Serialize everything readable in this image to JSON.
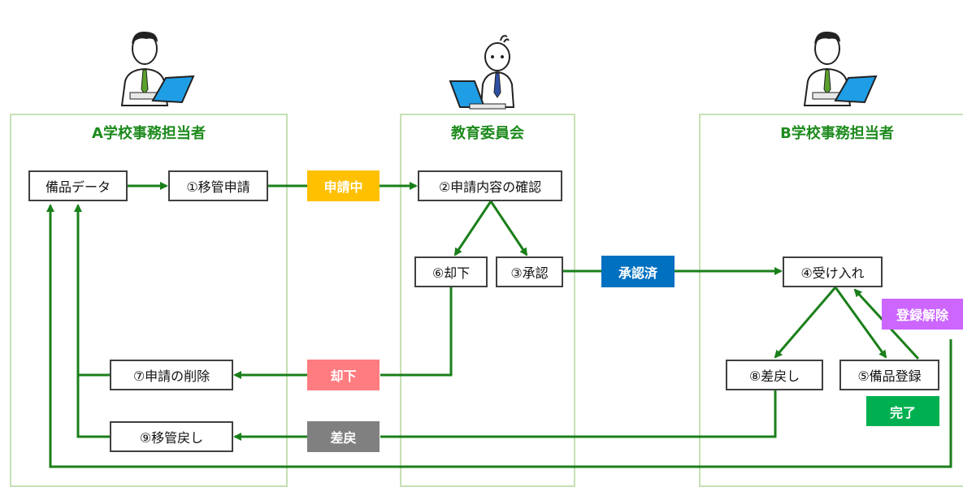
{
  "lanes": {
    "school_a": {
      "title": "A学校事務担当者"
    },
    "board": {
      "title": "教育委員会"
    },
    "school_b": {
      "title": "B学校事務担当者"
    }
  },
  "nodes": {
    "equipment_data": "備品データ",
    "step1": "①移管申請",
    "step2": "②申請内容の確認",
    "step3": "③承認",
    "step4": "④受け入れ",
    "step5": "⑤備品登録",
    "step6": "⑥却下",
    "step7": "⑦申請の削除",
    "step8": "⑧差戻し",
    "step9": "⑨移管戻し"
  },
  "status_tags": {
    "applying": {
      "label": "申請中",
      "color": "#ffc000"
    },
    "approved": {
      "label": "承認済",
      "color": "#0070c0"
    },
    "rejected": {
      "label": "却下",
      "color": "#ff7c80"
    },
    "returned": {
      "label": "差戻",
      "color": "#808080"
    },
    "unregister": {
      "label": "登録解除",
      "color": "#cc66ff"
    },
    "complete": {
      "label": "完了",
      "color": "#00b050"
    }
  },
  "colors": {
    "arrow": "#1a7f1a",
    "lane_border": "#c6e0b4",
    "lane_title": "#1e8b1e"
  },
  "icons": {
    "school_a_person": "person-laptop-icon",
    "board_person": "person-laptop-icon",
    "school_b_person": "person-laptop-icon"
  }
}
